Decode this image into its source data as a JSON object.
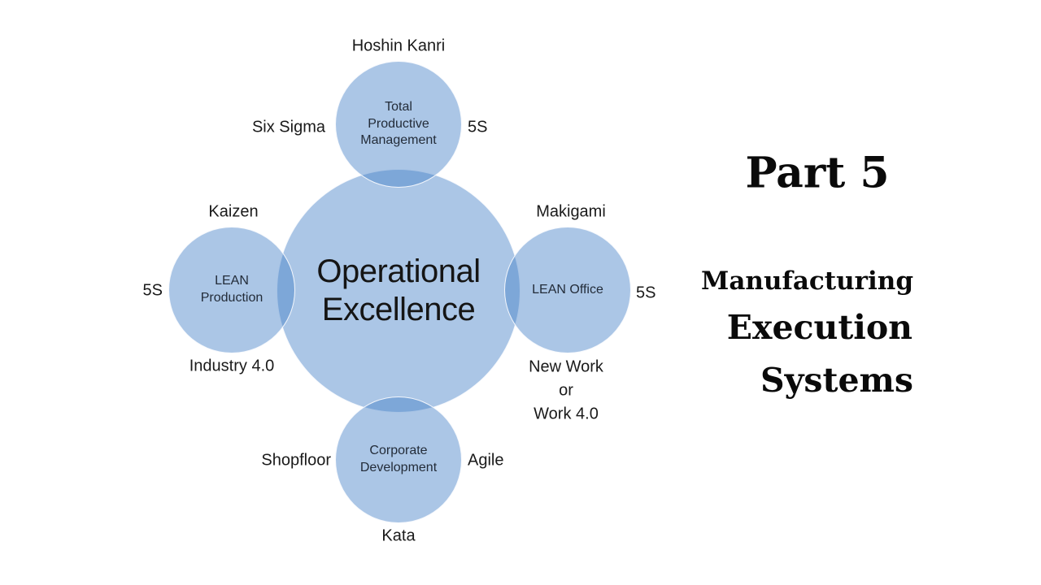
{
  "colors": {
    "background": "#ffffff",
    "circle_fill_rgba": "rgba(68,128,200,0.45)",
    "circle_fill_flat": "#abc6e6",
    "circle_overlap_flat": "#7fa6da",
    "circle_edge": "rgba(255,255,255,0.9)",
    "label_text": "#1a1a1a",
    "title_text": "#0a0a0a"
  },
  "diagram": {
    "center_circle": {
      "text": "Operational\nExcellence"
    },
    "satellites": {
      "top": {
        "text": "Total\nProductive\nManagement"
      },
      "left": {
        "text": "LEAN\nProduction"
      },
      "right": {
        "text": "LEAN Office"
      },
      "bottom": {
        "text": "Corporate\nDevelopment"
      }
    },
    "labels": {
      "hoshin_kanri": "Hoshin Kanri",
      "six_sigma": "Six Sigma",
      "five_s_top": "5S",
      "kaizen": "Kaizen",
      "five_s_left": "5S",
      "industry_4_0": "Industry 4.0",
      "makigami": "Makigami",
      "five_s_right": "5S",
      "new_work": "New Work\nor\nWork 4.0",
      "shopfloor": "Shopfloor",
      "agile": "Agile",
      "kata": "Kata"
    }
  },
  "title": {
    "part": "Part 5",
    "line1": "Manufacturing",
    "line2": "Execution",
    "line3": "Systems"
  }
}
